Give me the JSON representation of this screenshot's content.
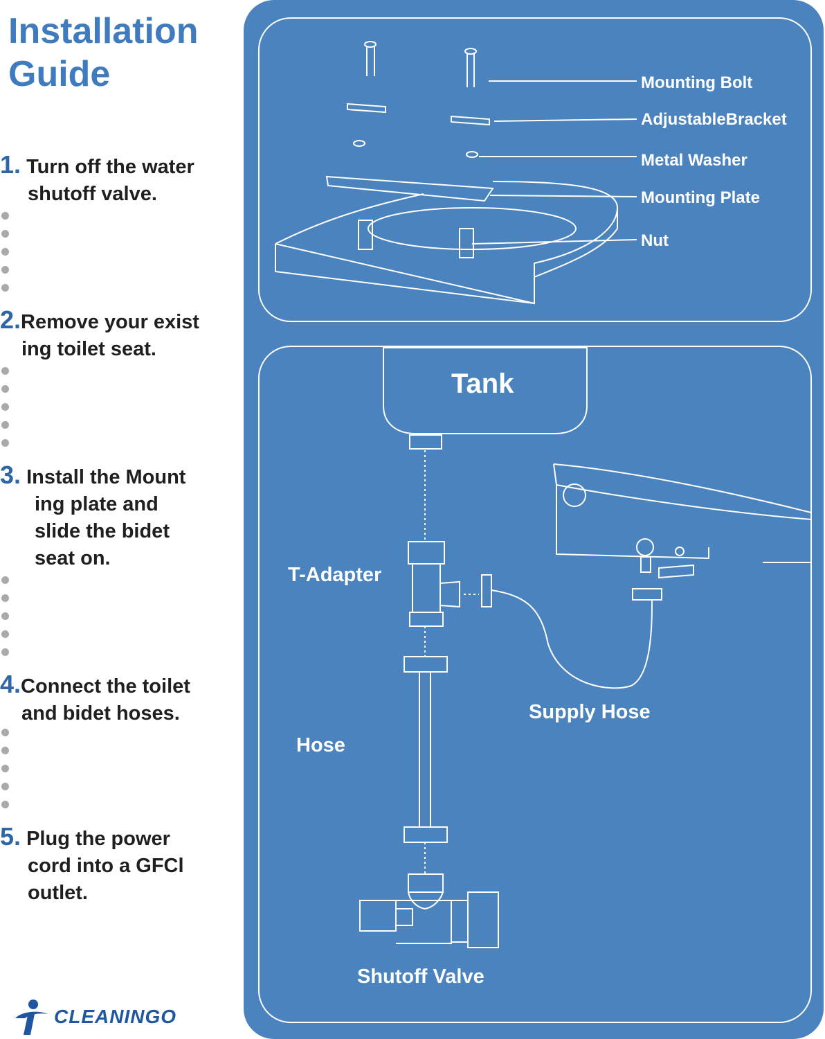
{
  "title": {
    "line1": "Installation",
    "line2": "Guide"
  },
  "steps": [
    {
      "num": "1.",
      "lines": [
        "Turn off the water",
        "shutoff valve."
      ]
    },
    {
      "num": "2.",
      "lines": [
        "Remove your exist",
        "ing toilet seat."
      ]
    },
    {
      "num": "3.",
      "lines": [
        "Install the Mount",
        "ing plate and",
        "slide the bidet",
        "seat on."
      ]
    },
    {
      "num": "4.",
      "lines": [
        "Connect the toilet",
        "and bidet hoses."
      ]
    },
    {
      "num": "5.",
      "lines": [
        "Plug the power",
        "cord into a GFCl",
        "outlet."
      ]
    }
  ],
  "parts": {
    "mounting_bolt": "Mounting Bolt",
    "adjustable_bracket": "AdjustableBracket",
    "metal_washer": "Metal Washer",
    "mounting_plate": "Mounting Plate",
    "nut": "Nut"
  },
  "plumbing": {
    "tank": "Tank",
    "t_adapter": "T-Adapter",
    "supply_hose": "Supply Hose",
    "hose": "Hose",
    "shutoff_valve": "Shutoff Valve"
  },
  "brand": {
    "name": "CLEANINGO"
  },
  "colors": {
    "panel": "#4a83bd",
    "title": "#3f7bbf",
    "step_number": "#2f66a8",
    "dots": "#a9a9a9",
    "logo": "#1e56a0"
  }
}
